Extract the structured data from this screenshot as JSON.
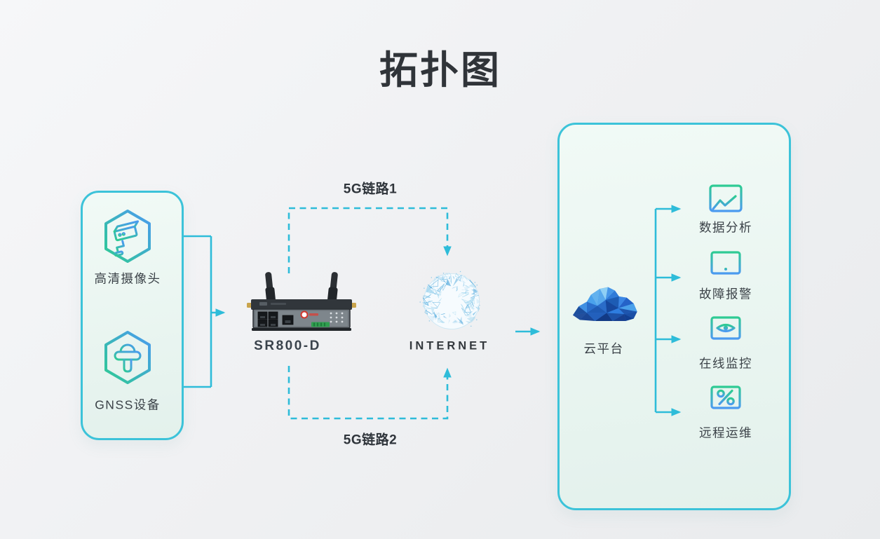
{
  "title": "拓扑图",
  "devices_box": {
    "items": [
      {
        "icon": "cctv-camera",
        "label": "高清摄像头"
      },
      {
        "icon": "gnss-antenna",
        "label": "GNSS设备"
      }
    ]
  },
  "router": {
    "model": "SR800-D"
  },
  "links": {
    "link1": "5G链路1",
    "link2": "5G链路2"
  },
  "internet": {
    "label": "INTERNET"
  },
  "cloud": {
    "label": "云平台"
  },
  "platform_box": {
    "items": [
      {
        "icon": "browser-chart",
        "label": "数据分析"
      },
      {
        "icon": "monitor-alert",
        "label": "故障报警"
      },
      {
        "icon": "monitor-eye",
        "label": "在线监控"
      },
      {
        "icon": "monitor-percent",
        "label": "远程运维"
      }
    ]
  },
  "colors": {
    "line_teal": "#2ebcd9",
    "box_border": "#3cc3d9",
    "icon_green": "#2ecb93",
    "icon_blue": "#4b9af0",
    "cloud_blue": "#2e7de0",
    "title_text": "#303439"
  }
}
